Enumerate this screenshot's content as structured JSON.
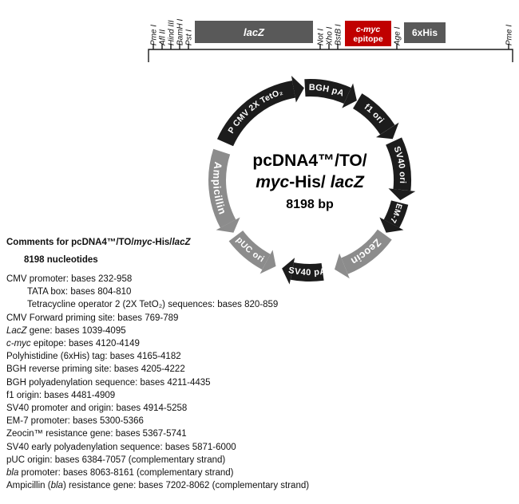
{
  "linear_map": {
    "left_sites": [
      "Pme I",
      "Afl II",
      "Hind III",
      "BamH I",
      "Pst I"
    ],
    "lacz_box": "lacZ",
    "mid_sites": [
      "Not I",
      "Xho I",
      "BstB I"
    ],
    "cmyc_box_line1": "c-myc",
    "cmyc_box_line2": "epitope",
    "age_site": "Age I",
    "his_box": "6xHis",
    "right_site": "Pme I",
    "colors": {
      "gene_box": "#595959",
      "epitope_box": "#c00000"
    }
  },
  "plasmid": {
    "title_line1": "pcDNA4™/TO/",
    "title_myc": "myc",
    "title_his": "-His/",
    "title_lacz": "lacZ",
    "size": "8198 bp",
    "colors": {
      "black": "#1c1c1c",
      "gray": "#8c8c8c"
    },
    "segments": [
      {
        "name": "pcmv-2xteto2",
        "label": "P CMV  2X TetO₂",
        "start": 294,
        "end": 350,
        "color": "black",
        "arrow": "cw",
        "label_dir": "cw",
        "fs": 10.5
      },
      {
        "name": "bgh-pa",
        "label": "BGH pA",
        "start": 357,
        "end": 384,
        "color": "black",
        "arrow": "cw",
        "label_dir": "cw",
        "fs": 11
      },
      {
        "name": "f1-ori",
        "label": "f1 ori",
        "start": 31,
        "end": 57,
        "color": "black",
        "arrow": "cw",
        "label_dir": "cw",
        "fs": 11
      },
      {
        "name": "sv40-ori",
        "label": "SV40 ori",
        "start": 65,
        "end": 96,
        "color": "black",
        "arrow": "cw",
        "label_dir": "cw",
        "fs": 11
      },
      {
        "name": "em-7",
        "label": "EM-7",
        "start": 104,
        "end": 118,
        "color": "black",
        "arrow": "cw",
        "label_dir": "cw",
        "fs": 10
      },
      {
        "name": "zeocin",
        "label": "Zeocin",
        "start": 126,
        "end": 158,
        "color": "gray",
        "arrow": "cw",
        "label_dir": "cw",
        "fs": 13
      },
      {
        "name": "sv40-pa",
        "label": "SV40 pA",
        "start": 172,
        "end": 191,
        "color": "black",
        "arrow": "cw",
        "label_dir": "ccw",
        "fs": 11
      },
      {
        "name": "puc-ori",
        "label": "pUC ori",
        "start": 208,
        "end": 233,
        "color": "gray",
        "arrow": "ccw",
        "label_dir": "ccw",
        "fs": 11
      },
      {
        "name": "ampicillin",
        "label": "Ampicillin",
        "start": 242,
        "end": 288,
        "color": "gray",
        "arrow": "ccw",
        "label_dir": "ccw",
        "fs": 13
      }
    ]
  },
  "comments": {
    "heading_runs": [
      {
        "t": "Comments for pcDNA4™/TO/"
      },
      {
        "t": "myc",
        "i": true
      },
      {
        "t": "-His/"
      },
      {
        "t": "lacZ",
        "i": true
      }
    ],
    "subheading": "8198 nucleotides",
    "lines": [
      {
        "indent": 0,
        "runs": [
          {
            "t": "CMV promoter: bases 232-958"
          }
        ]
      },
      {
        "indent": 1,
        "runs": [
          {
            "t": "TATA box: bases 804-810"
          }
        ]
      },
      {
        "indent": 1,
        "runs": [
          {
            "t": "Tetracycline operator 2 (2X TetO₂) sequences: bases 820-859"
          }
        ]
      },
      {
        "indent": 0,
        "runs": [
          {
            "t": "CMV Forward priming site: bases 769-789"
          }
        ]
      },
      {
        "indent": 0,
        "runs": [
          {
            "t": "LacZ",
            "i": true
          },
          {
            "t": " gene: bases 1039-4095"
          }
        ]
      },
      {
        "indent": 0,
        "runs": [
          {
            "t": "c-myc",
            "i": true
          },
          {
            "t": " epitope: bases 4120-4149"
          }
        ]
      },
      {
        "indent": 0,
        "runs": [
          {
            "t": "Polyhistidine (6xHis) tag: bases 4165-4182"
          }
        ]
      },
      {
        "indent": 0,
        "runs": [
          {
            "t": "BGH reverse priming site: bases 4205-4222"
          }
        ]
      },
      {
        "indent": 0,
        "runs": [
          {
            "t": "BGH polyadenylation sequence: bases 4211-4435"
          }
        ]
      },
      {
        "indent": 0,
        "runs": [
          {
            "t": "f1 origin: bases 4481-4909"
          }
        ]
      },
      {
        "indent": 0,
        "runs": [
          {
            "t": "SV40 promoter and origin: bases 4914-5258"
          }
        ]
      },
      {
        "indent": 0,
        "runs": [
          {
            "t": "EM-7 promoter: bases 5300-5366"
          }
        ]
      },
      {
        "indent": 0,
        "runs": [
          {
            "t": "Zeocin™ resistance gene: bases 5367-5741"
          }
        ]
      },
      {
        "indent": 0,
        "runs": [
          {
            "t": "SV40 early polyadenylation sequence: bases 5871-6000"
          }
        ]
      },
      {
        "indent": 0,
        "runs": [
          {
            "t": "pUC origin: bases 6384-7057 (complementary strand)"
          }
        ]
      },
      {
        "indent": 0,
        "runs": [
          {
            "t": "bla",
            "i": true
          },
          {
            "t": " promoter: bases 8063-8161 (complementary strand)"
          }
        ]
      },
      {
        "indent": 0,
        "runs": [
          {
            "t": "Ampicillin ("
          },
          {
            "t": "bla",
            "i": true
          },
          {
            "t": ") resistance gene: bases 7202-8062 (complementary strand)"
          }
        ]
      }
    ]
  }
}
